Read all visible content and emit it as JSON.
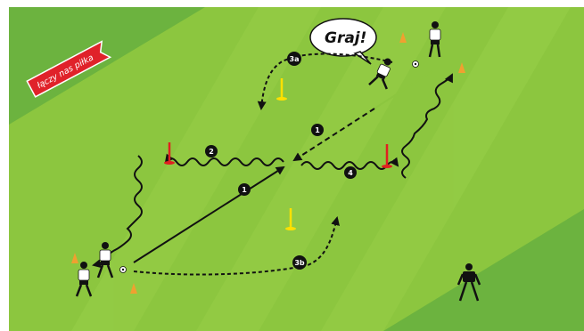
{
  "banner": {
    "text": "łączy nas piłka"
  },
  "speech": {
    "text": "Graj!"
  },
  "labels": {
    "pass_main": "1",
    "pass_return": "1",
    "run_left": "2",
    "run_right": "4",
    "curve_top": "3a",
    "curve_bottom": "3b"
  },
  "colors": {
    "outer_field": "#6cb33f",
    "inner_field": "#8cc63f",
    "stripe": "#96cd46",
    "line": "#111111",
    "cone_orange": "#f0a030",
    "pole_red": "#e02020",
    "pole_yellow": "#ffe000",
    "banner": "#e0222a",
    "player_shirt": "#ffffff",
    "keeper": "#111111"
  },
  "icons": [
    "speech-bubble-icon",
    "soccer-ball-icon",
    "cone-icon",
    "pole-icon",
    "player-icon",
    "goalkeeper-icon",
    "banner-flag-icon"
  ]
}
